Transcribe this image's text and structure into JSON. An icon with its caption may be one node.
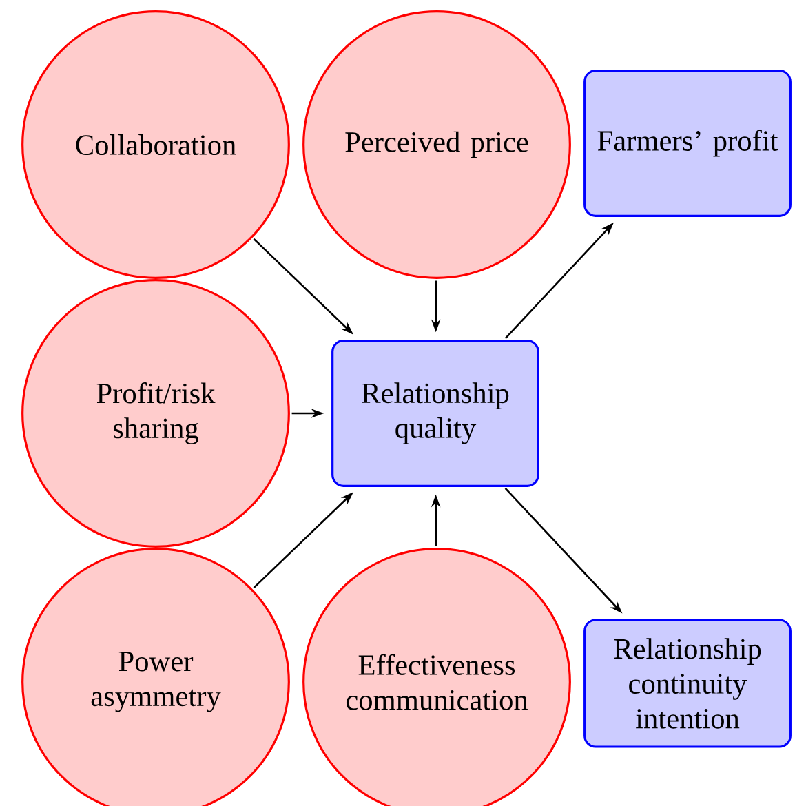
{
  "diagram": {
    "nodes": [
      {
        "text": [
          "Collaboration"
        ]
      },
      {
        "text": [
          "Perceived price"
        ]
      },
      {
        "text": [
          "Farmers’ profit"
        ]
      },
      {
        "text": [
          "Profit/risk sharing"
        ]
      },
      {
        "text": [
          "Relationship quality"
        ]
      },
      {
        "text": [
          "Power asymmetry"
        ]
      },
      {
        "text": [
          "Effectiveness communication"
        ]
      },
      {
        "text": [
          "Relationship continuity intention"
        ]
      }
    ],
    "edges": [
      {
        "from": 0,
        "to": 4,
        "arrow": "to"
      },
      {
        "from": 1,
        "to": 4,
        "arrow": "to"
      },
      {
        "from": 4,
        "to": 2,
        "arrow": "to"
      },
      {
        "from": 3,
        "to": 4,
        "arrow": "to"
      },
      {
        "from": 5,
        "to": 4,
        "arrow": "to"
      },
      {
        "from": 6,
        "to": 4,
        "arrow": "to"
      },
      {
        "from": 4,
        "to": 7,
        "arrow": "to"
      }
    ]
  }
}
